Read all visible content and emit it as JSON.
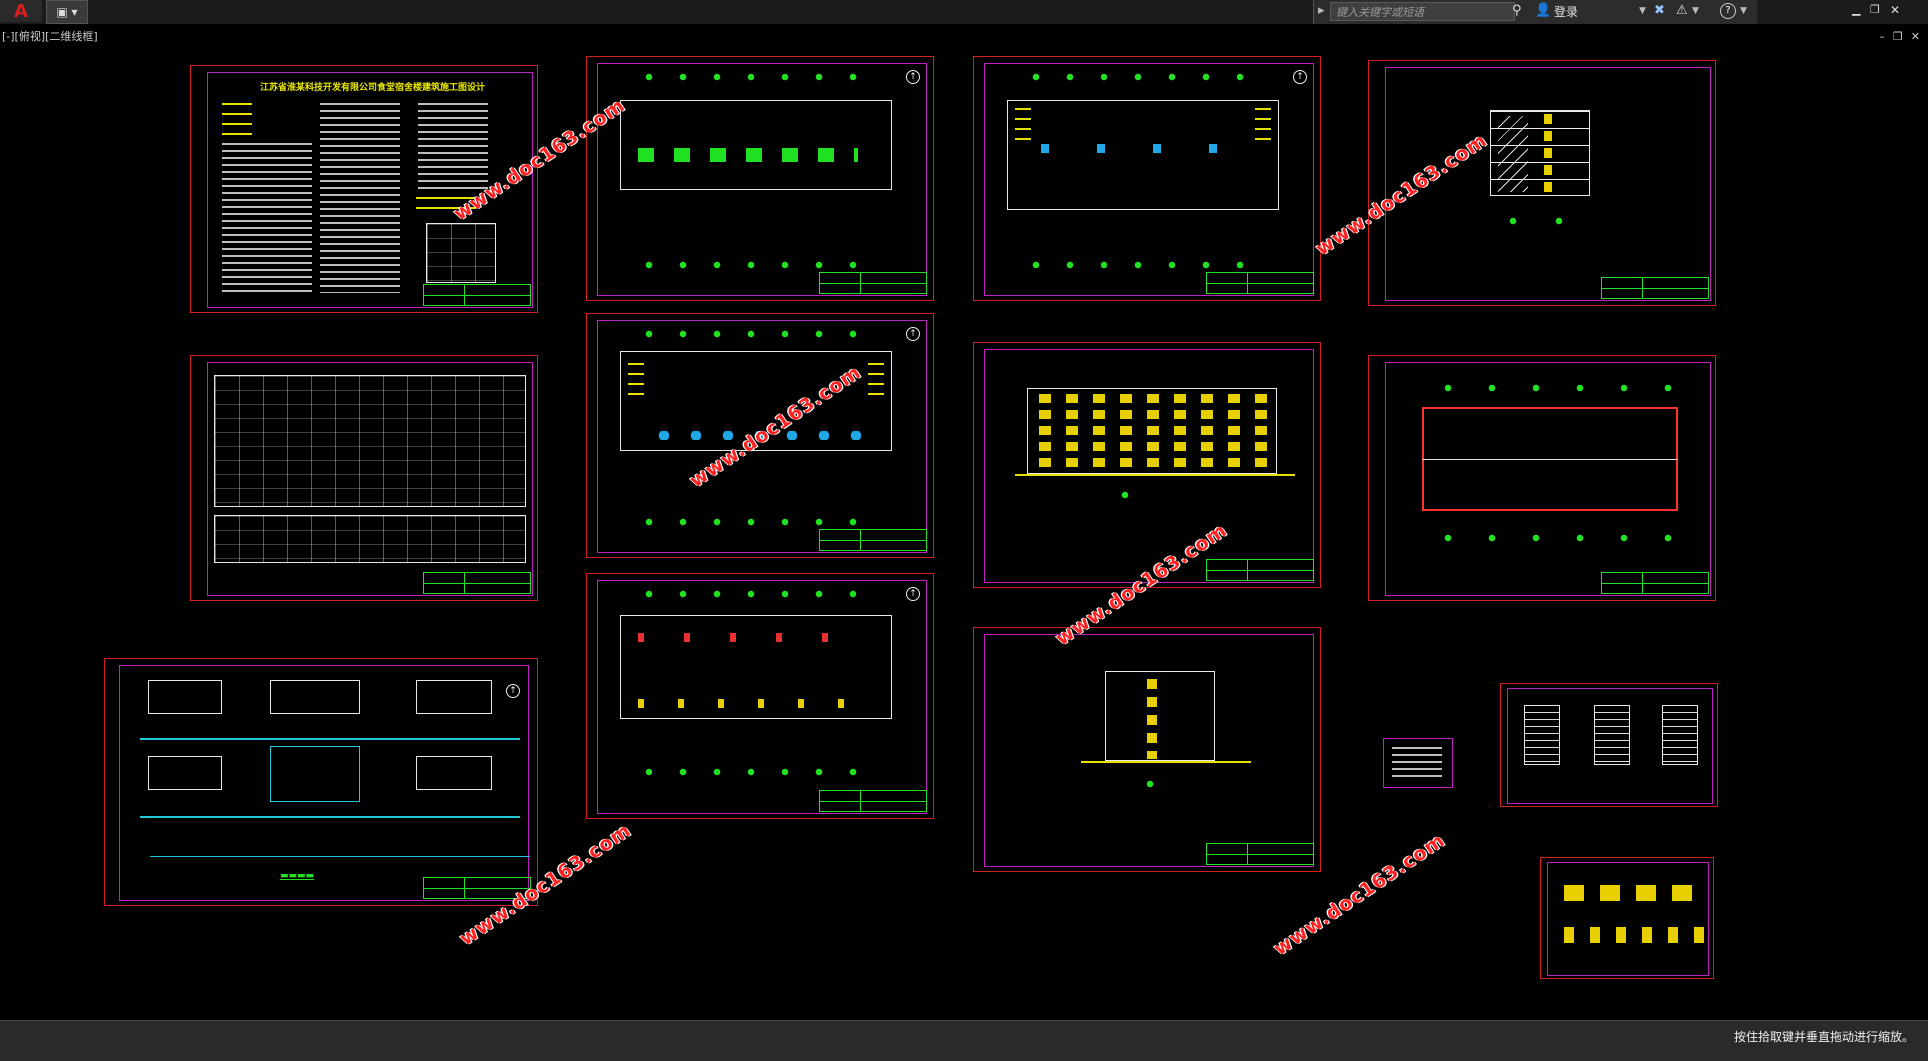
{
  "toolbar": {
    "app_logo": "A",
    "quick_access": "▣ ▾",
    "search_placeholder": "键入关键字或短语",
    "login_label": "登录"
  },
  "viewport": {
    "label": "[-][俯视][二维线框]",
    "window_controls": [
      "–",
      "❐",
      "✕"
    ]
  },
  "watermark": "www.doc163.com",
  "drawing": {
    "cover_title": "江苏省淮某科技开发有限公司食堂宿舍楼建筑施工图设计"
  },
  "status": {
    "message": "按住拾取键并垂直拖动进行缩放。"
  },
  "colors": {
    "sheet_border": "#d02020",
    "inner_frame": "#c020c0",
    "cad_green": "#22e022",
    "cad_yellow": "#e8e000",
    "watermark_red": "#ff2222"
  }
}
